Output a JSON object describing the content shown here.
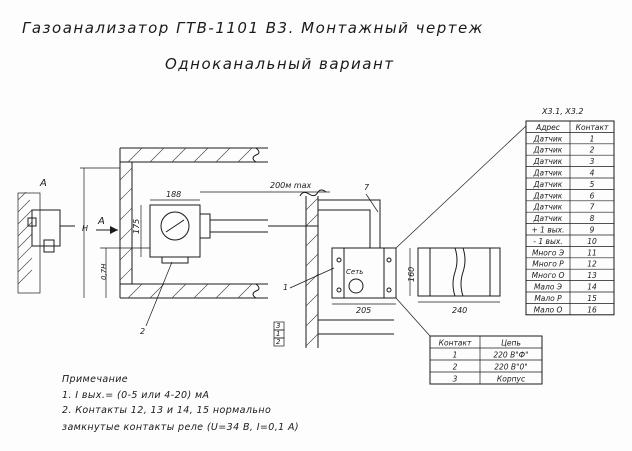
{
  "title": "Газоанализатор ГТВ-1101 В3. Монтажный чертеж",
  "subtitle": "Одноканальный вариант",
  "view_label": "А",
  "arrow_label": "А",
  "dims": {
    "d188": "188",
    "d175": "175",
    "dH": "Н",
    "d07H": "0,7Н",
    "d200": "200м max",
    "d205": "205",
    "d160": "160",
    "d240": "240"
  },
  "callouts": {
    "c1": "1",
    "c2": "2",
    "c7": "7",
    "ctx": "Сеть"
  },
  "terminal_labels": [
    "3",
    "1",
    "2"
  ],
  "connector_header": "Х3.1, Х3.2",
  "address_table": {
    "headers": [
      "Адрес",
      "Контакт"
    ],
    "rows": [
      [
        "Датчик",
        "1"
      ],
      [
        "Датчик",
        "2"
      ],
      [
        "Датчик",
        "3"
      ],
      [
        "Датчик",
        "4"
      ],
      [
        "Датчик",
        "5"
      ],
      [
        "Датчик",
        "6"
      ],
      [
        "Датчик",
        "7"
      ],
      [
        "Датчик",
        "8"
      ],
      [
        "+ 1 вых.",
        "9"
      ],
      [
        "- 1 вых.",
        "10"
      ],
      [
        "Много Э",
        "11"
      ],
      [
        "Много Р",
        "12"
      ],
      [
        "Много О",
        "13"
      ],
      [
        "Мало Э",
        "14"
      ],
      [
        "Мало Р",
        "15"
      ],
      [
        "Мало О",
        "16"
      ]
    ]
  },
  "circuit_table": {
    "headers": [
      "Контакт",
      "Цепь"
    ],
    "rows": [
      [
        "1",
        "220 В\"Ф\""
      ],
      [
        "2",
        "220 В\"0\""
      ],
      [
        "3",
        "Корпус"
      ]
    ]
  },
  "notes": {
    "heading": "Примечание",
    "line1": "1. I вых.= (0-5 или 4-20) мА",
    "line2": "2. Контакты 12, 13 и 14, 15 нормально",
    "line3": "замкнутые контакты реле (U=34 В, I=0,1 А)"
  }
}
